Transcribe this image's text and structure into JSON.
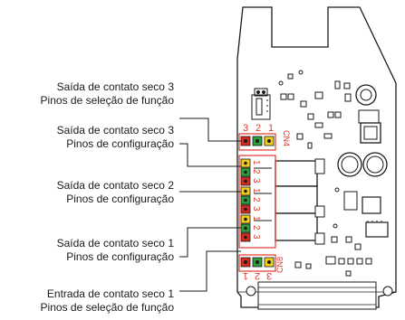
{
  "callouts": [
    {
      "line1": "Saída de contato seco 3",
      "line2": "Pinos de seleção de função"
    },
    {
      "line1": "Saída de contato seco 3",
      "line2": "Pinos de configuração"
    },
    {
      "line1": "Saída de contato seco 2",
      "line2": "Pinos de configuração"
    },
    {
      "line1": "Saída de contato seco 1",
      "line2": "Pinos de configuração"
    },
    {
      "line1": "Entrada de contato seco 1",
      "line2": "Pinos de seleção de função"
    }
  ],
  "board": {
    "cn4": {
      "name": "CN4",
      "pin_numbers": [
        "3",
        "2",
        "1"
      ]
    },
    "cn8": {
      "name": "CN8",
      "pin_numbers": [
        "1",
        "2",
        "3"
      ]
    },
    "relay_pin_numbers": [
      "1",
      "2",
      "3"
    ]
  },
  "colors": {
    "highlight": "#e03a2e",
    "pin_red": "#d52b1e",
    "pin_green": "#2e9d3b",
    "pin_yellow": "#f2cd1c",
    "outline": "#1a1a1a"
  }
}
